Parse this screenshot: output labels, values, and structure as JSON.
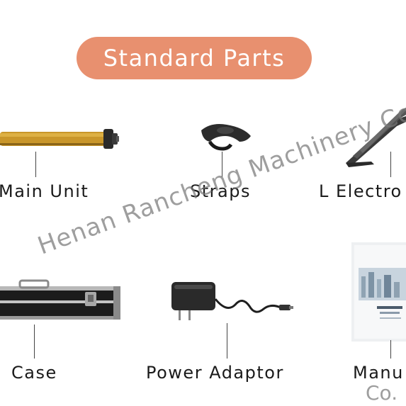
{
  "header": {
    "title": "Standard Parts"
  },
  "parts": {
    "main_unit": "Main Unit",
    "straps": "Straps",
    "l_electrode": "L Electro",
    "case": "Case",
    "power_adaptor": "Power Adaptor",
    "manual": "Manu"
  },
  "watermark": {
    "text": "Henan Rancheng Machinery Co.,",
    "tail": "Co."
  },
  "colors": {
    "pill": "#e8906f",
    "pill_text": "#ffffff",
    "label_text": "#1a1a1a"
  }
}
